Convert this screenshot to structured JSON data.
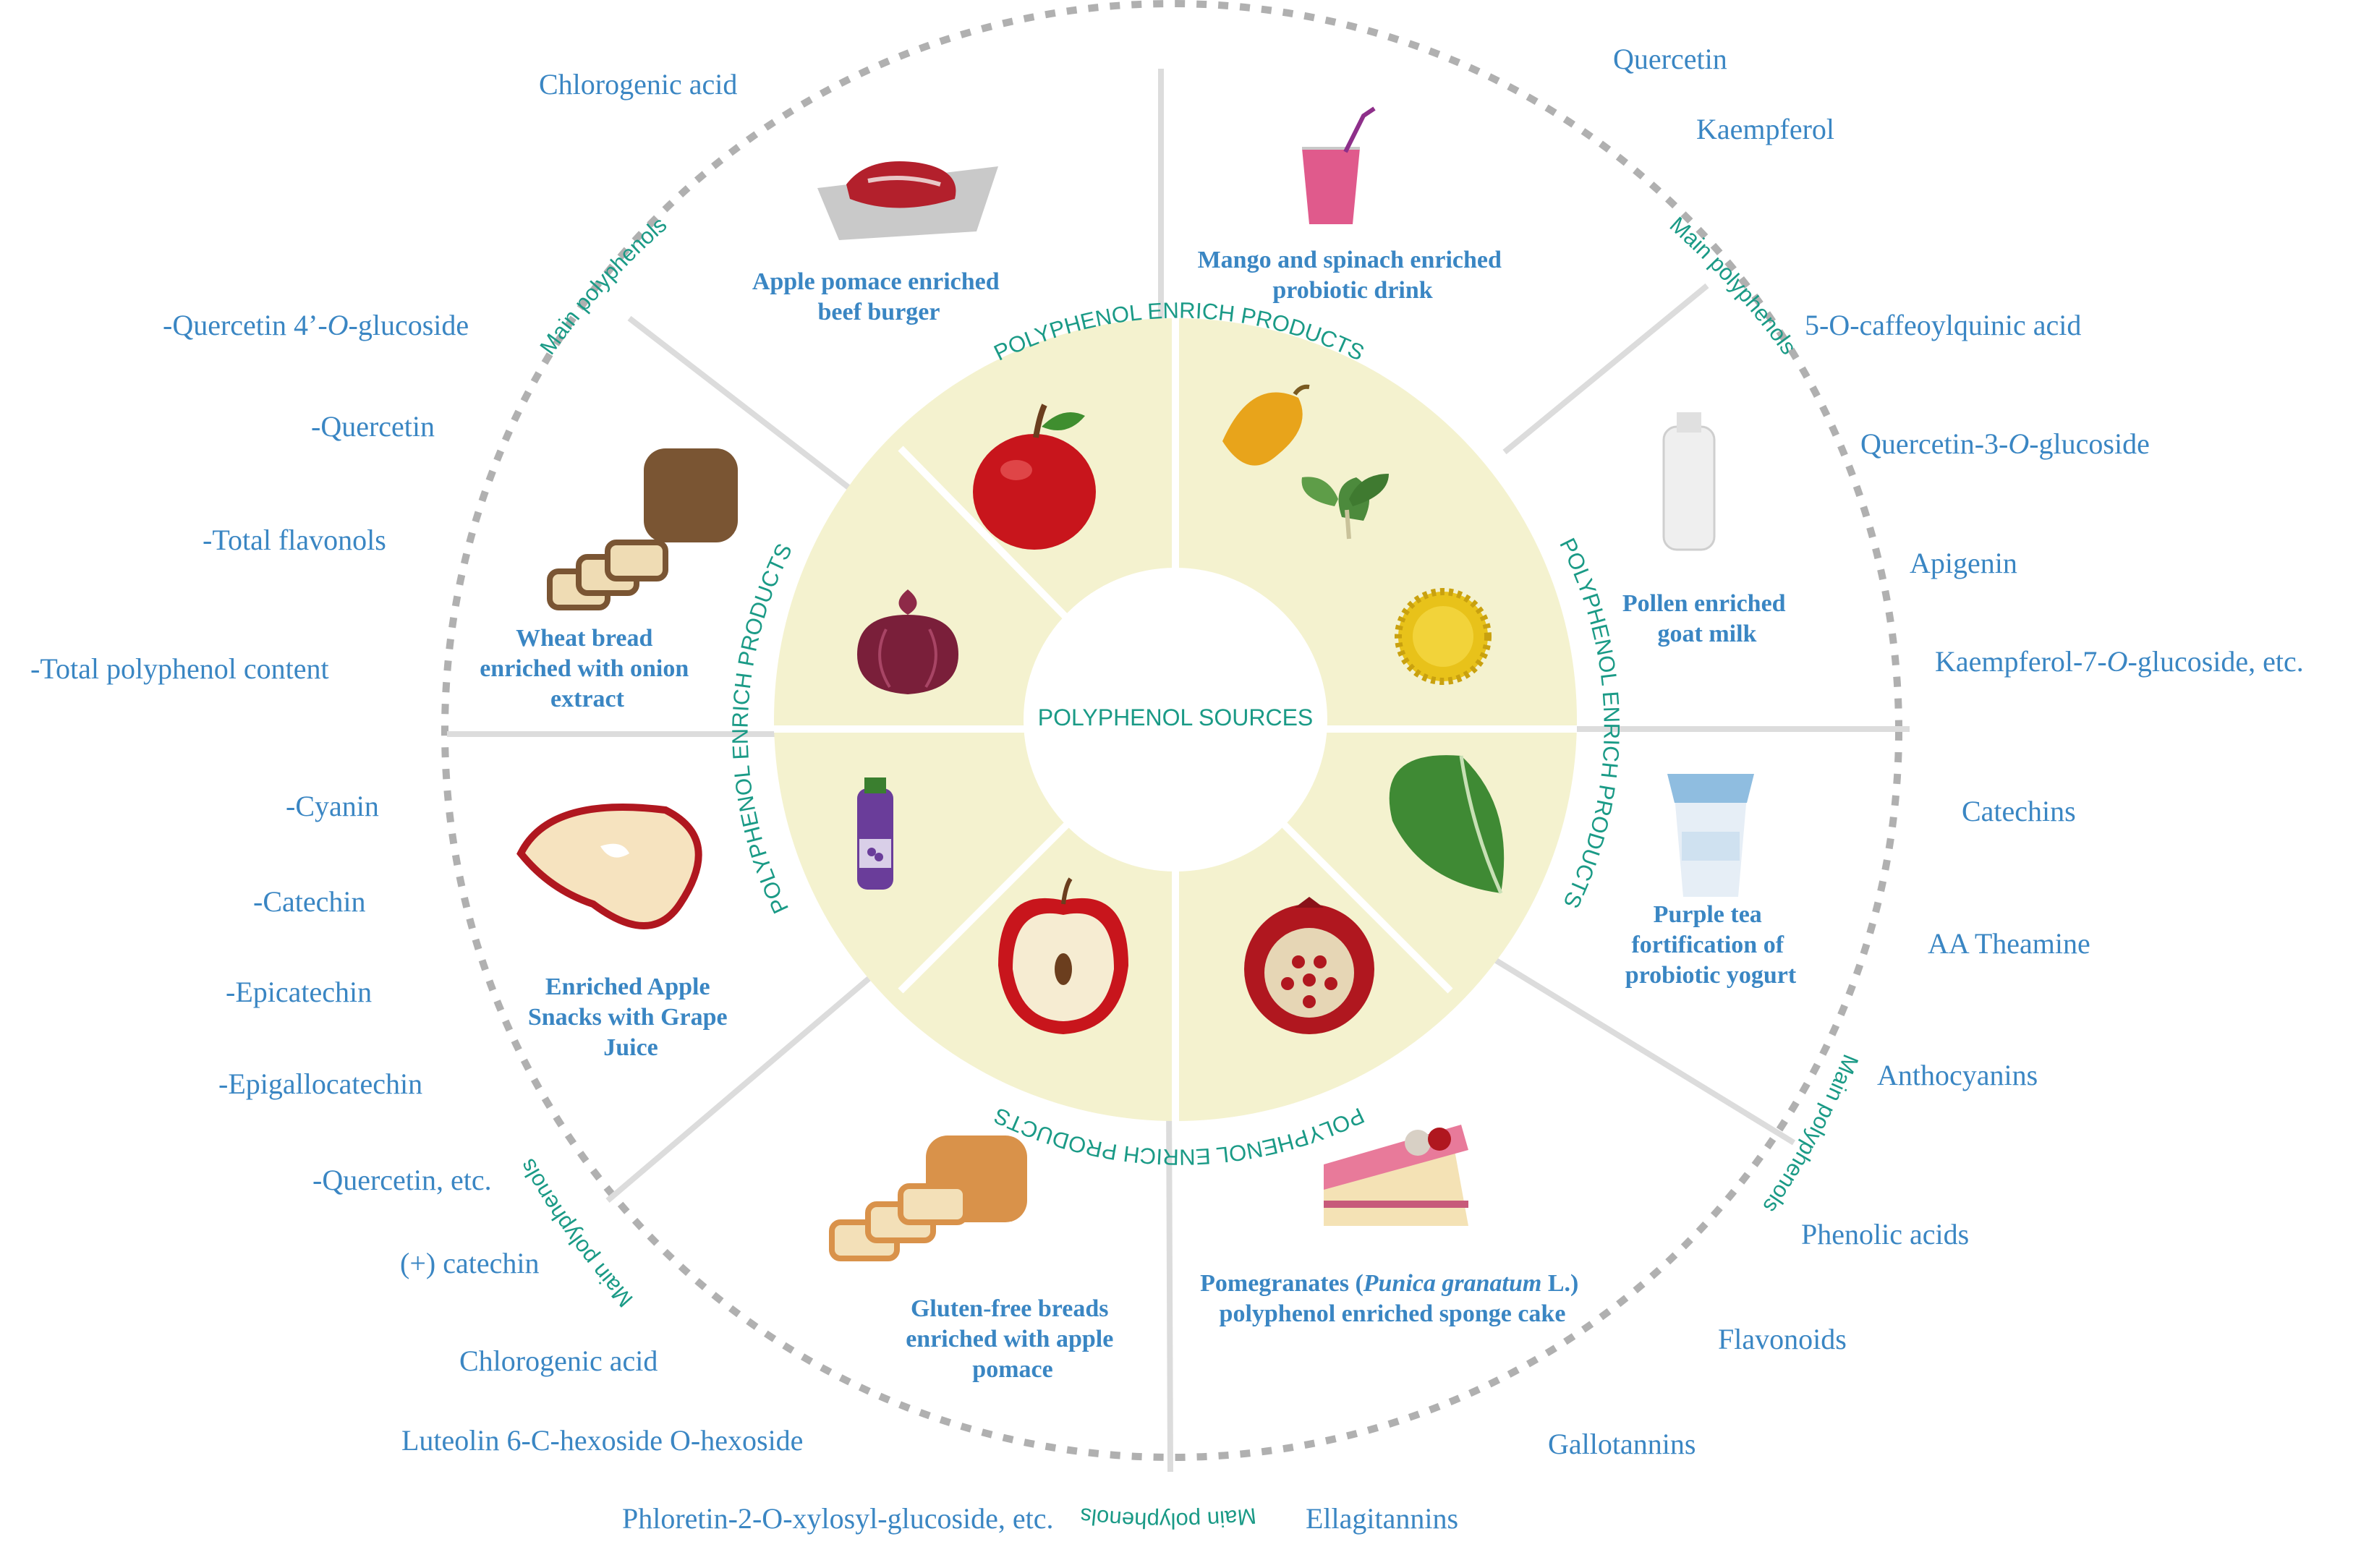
{
  "center_label": "POLYPHENOL SOURCES",
  "ring_labels": {
    "top": "POLYPHENOL ENRICH PRODUCTS",
    "left": "POLYPHENOL ENRICH PRODUCTS",
    "right": "POLYPHENOL ENRICH PRODUCTS",
    "bottom": "POLYPHENOL ENRICH PRODUCTS"
  },
  "main_polyphenols_label": "Main polyphenols",
  "products": {
    "beef_burger": [
      "Apple pomace enriched",
      "beef burger"
    ],
    "probiotic_drink": [
      "Mango and spinach enriched",
      "probiotic drink"
    ],
    "goat_milk": [
      "Pollen enriched",
      "goat milk"
    ],
    "yogurt": [
      "Purple tea",
      "fortification of",
      "probiotic yogurt"
    ],
    "sponge_cake": {
      "line1_prefix": "Pomegranates (",
      "line1_italic": "Punica granatum",
      "line1_suffix": " L.)",
      "line2": "polyphenol enriched sponge cake"
    },
    "gluten_free": [
      "Gluten-free breads",
      "enriched with apple",
      "pomace"
    ],
    "apple_snacks": [
      "Enriched Apple",
      "Snacks with Grape",
      "Juice"
    ],
    "wheat_bread": [
      "Wheat bread",
      "enriched with onion",
      "extract"
    ]
  },
  "compounds": {
    "top_left": [
      "Chlorogenic acid"
    ],
    "top_right": [
      "Quercetin",
      "Kaempferol"
    ],
    "right_upper": [
      {
        "pre": "5-O-caffeoylquinic acid"
      },
      {
        "pre": "Quercetin-3-",
        "it": "O",
        "post": "-glucoside"
      },
      {
        "pre": "Apigenin"
      },
      {
        "pre": "Kaempferol-7-",
        "it": "O",
        "post": "-glucoside, etc."
      }
    ],
    "right_lower": [
      "Catechins",
      "AA Theamine",
      "Anthocyanins",
      "Phenolic acids",
      "Flavonoids",
      "Gallotannins",
      "Ellagitannins"
    ],
    "left_upper": [
      {
        "pre": "-Quercetin 4’-",
        "it": "O",
        "post": "-glucoside"
      },
      {
        "pre": "-Quercetin"
      },
      {
        "pre": "-Total flavonols"
      },
      {
        "pre": "-Total polyphenol content"
      }
    ],
    "left_lower": [
      "-Cyanin",
      "-Catechin",
      "-Epicatechin",
      "-Epigallocatechin",
      "-Quercetin, etc."
    ],
    "bottom_left": [
      "(+) catechin",
      "Chlorogenic acid",
      "Luteolin 6-C-hexoside O-hexoside",
      "Phloretin-2-O-xylosyl-glucoside, etc."
    ]
  },
  "colors": {
    "compound_text": "#3a86c3",
    "teal_label": "#1a9a86",
    "inner_ring": "#f4f2cf",
    "divider": "#dcdcdc",
    "dashed_circle": "#b0b0b0"
  }
}
